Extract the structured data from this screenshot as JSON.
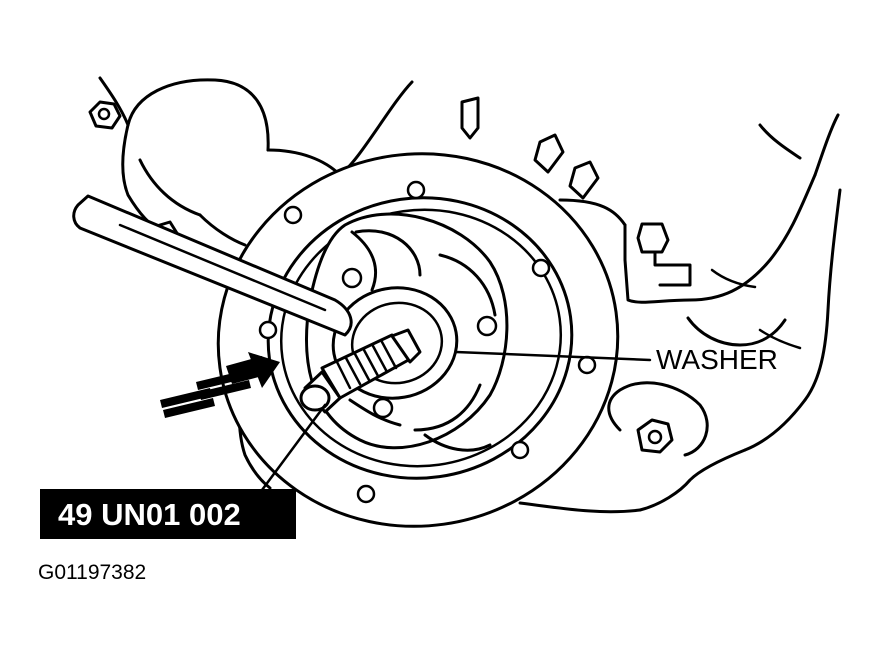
{
  "labels": {
    "washer": "WASHER",
    "tool_number": "49 UN01 002",
    "figure_id": "G01197382"
  },
  "colors": {
    "ink": "#000000",
    "paper": "#ffffff"
  }
}
